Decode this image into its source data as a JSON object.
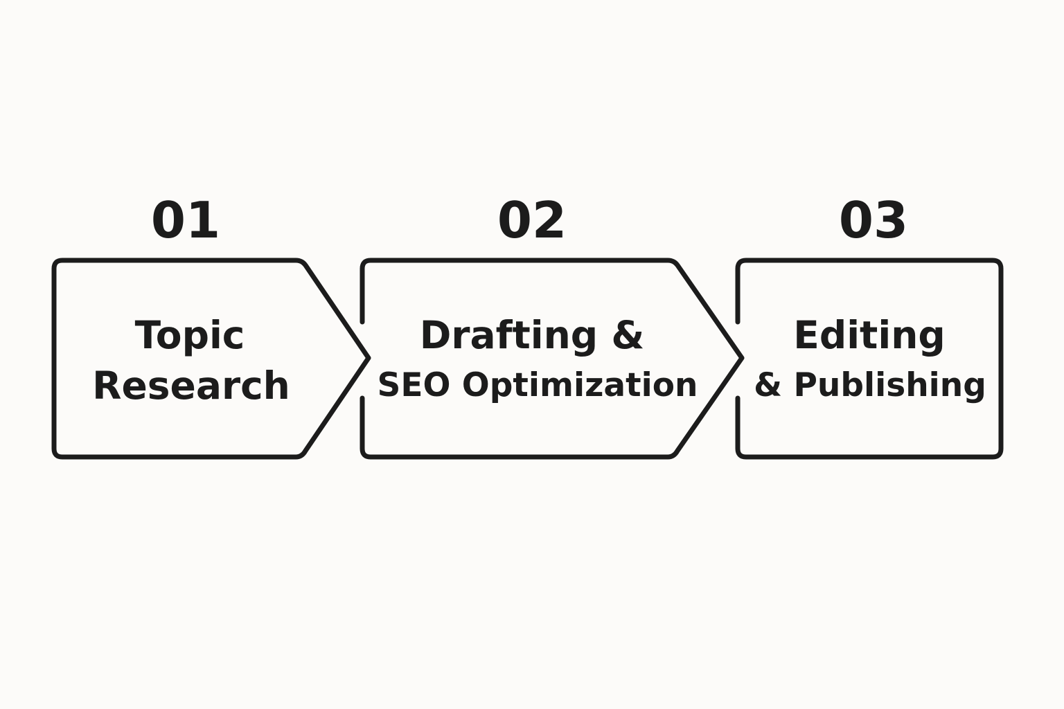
{
  "steps": [
    {
      "number": "01",
      "label_line1": "Topic",
      "label_line2": "Research"
    },
    {
      "number": "02",
      "label_line1": "Drafting &",
      "label_line2": "SEO Optimization"
    },
    {
      "number": "03",
      "label_line1": "Editing",
      "label_line2": "& Publishing"
    }
  ],
  "colors": {
    "background": "#fcfbf9",
    "stroke": "#1c1c1c",
    "text": "#1c1c1c"
  }
}
